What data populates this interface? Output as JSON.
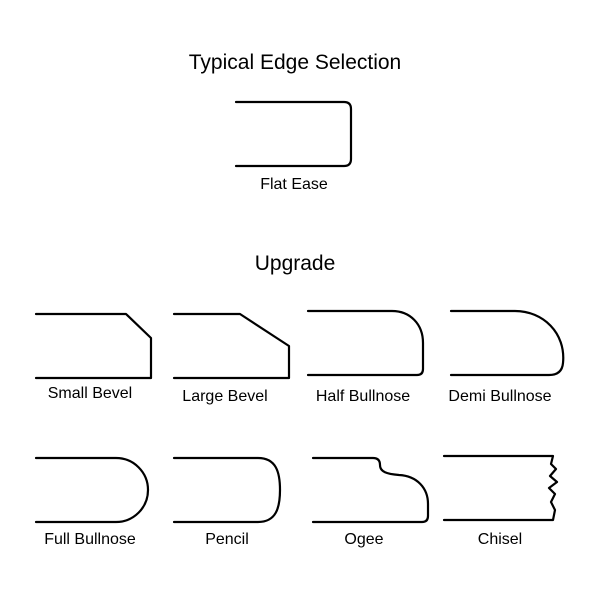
{
  "sections": {
    "typical": {
      "title": "Typical Edge Selection",
      "profiles": [
        {
          "id": "flat-ease",
          "label": "Flat Ease"
        }
      ]
    },
    "upgrade": {
      "title": "Upgrade",
      "profiles": [
        {
          "id": "small-bevel",
          "label": "Small Bevel"
        },
        {
          "id": "large-bevel",
          "label": "Large Bevel"
        },
        {
          "id": "half-bullnose",
          "label": "Half Bullnose"
        },
        {
          "id": "demi-bullnose",
          "label": "Demi Bullnose"
        },
        {
          "id": "full-bullnose",
          "label": "Full Bullnose"
        },
        {
          "id": "pencil",
          "label": "Pencil"
        },
        {
          "id": "ogee",
          "label": "Ogee"
        },
        {
          "id": "chisel",
          "label": "Chisel"
        }
      ]
    }
  }
}
